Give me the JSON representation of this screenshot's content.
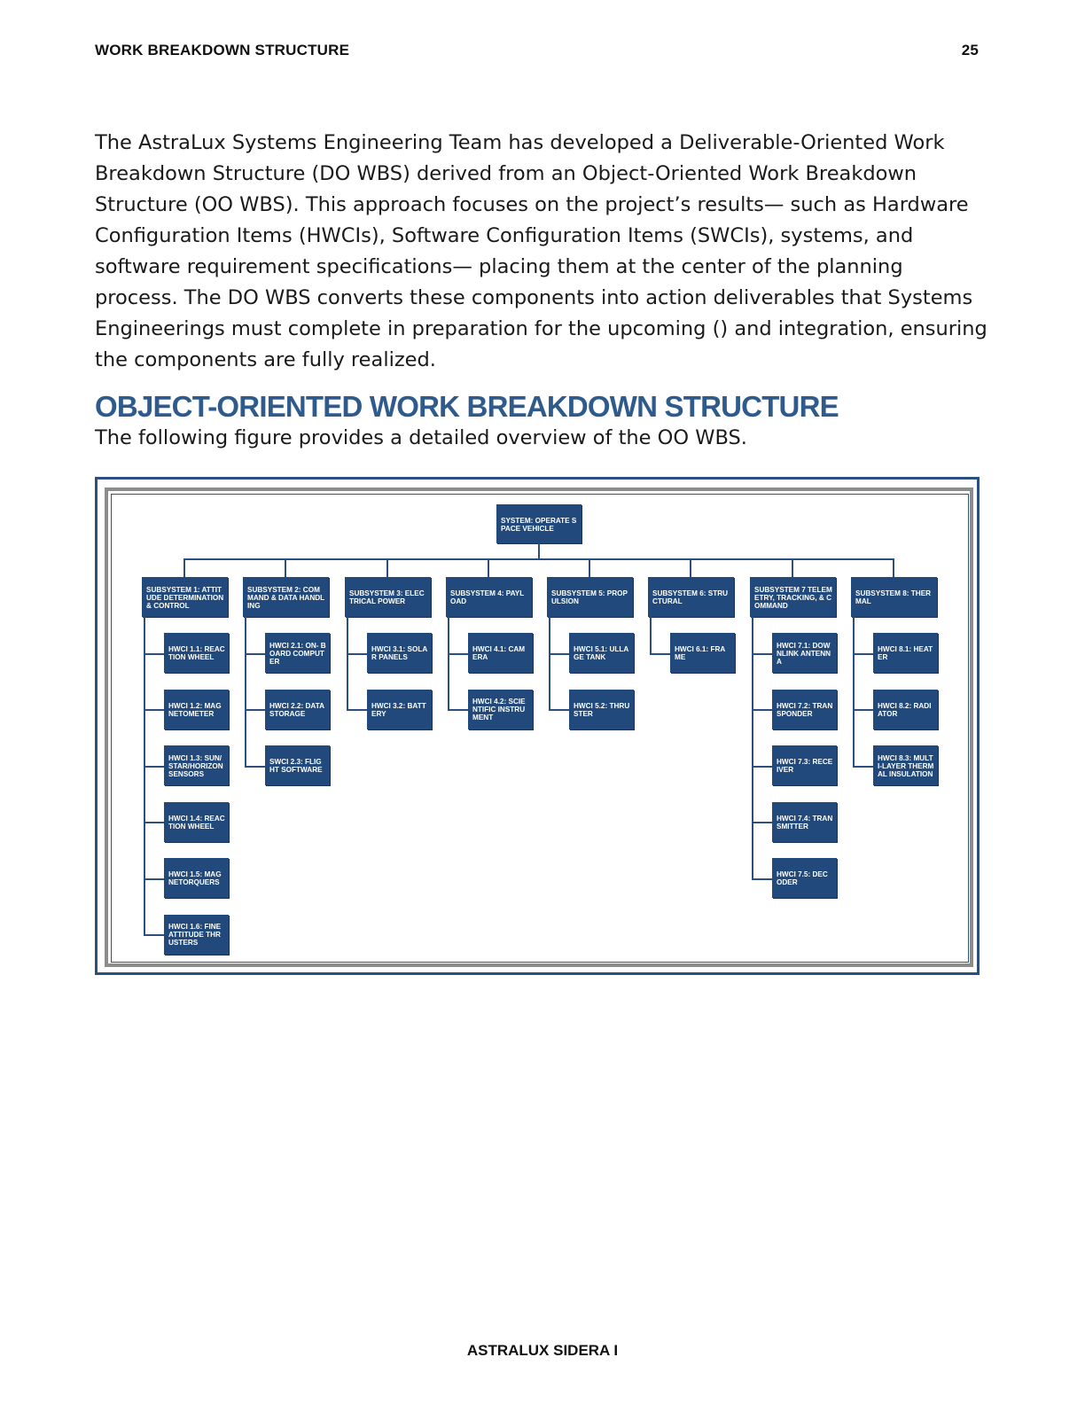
{
  "header": {
    "section": "WORK BREAKDOWN STRUCTURE",
    "page_number": "25"
  },
  "intro_paragraph": "The AstraLux Systems Engineering Team has developed a Deliverable-Oriented Work Breakdown Structure (DO WBS) derived from an Object-Oriented Work Breakdown Structure (OO WBS). This approach focuses on the project’s results— such as Hardware Configuration Items (HWCIs), Software Configuration Items (SWCIs), systems, and software requirement specifications— placing them at the center of the planning process. The DO WBS converts these components into action deliverables that Systems Engineerings must complete in preparation for the upcoming () and integration, ensuring the components are fully realized.",
  "section": {
    "title": "OBJECT-ORIENTED WORK BREAKDOWN STRUCTURE",
    "subtitle": "The following figure provides a detailed overview of the OO WBS."
  },
  "wbs": {
    "root": "SYSTEM: OPERATE SPACE VEHICLE",
    "subsystems": [
      {
        "label": "SUBSYSTEM 1: ATTITUDE DETERMINATION & CONTROL",
        "items": [
          "HWCI 1.1: REACTION WHEEL",
          "HWCI 1.2: MAGNETOMETER",
          "HWCI 1.3: SUN/ STAR/HORIZON SENSORS",
          "HWCI 1.4: REACTION WHEEL",
          "HWCI 1.5: MAGNETORQUERS",
          "HWCI 1.6: FINE ATTITUDE THRUSTERS"
        ]
      },
      {
        "label": "SUBSYSTEM 2: COMMAND & DATA HANDLING",
        "items": [
          "HWCI 2.1: ON- BOARD COMPUTER",
          "HWCI 2.2: DATA STORAGE",
          "SWCI 2.3: FLIGHT SOFTWARE"
        ]
      },
      {
        "label": "SUBSYSTEM 3: ELECTRICAL POWER",
        "items": [
          "HWCI 3.1: SOLAR PANELS",
          "HWCI 3.2: BATTERY"
        ]
      },
      {
        "label": "SUBSYSTEM 4: PAYLOAD",
        "items": [
          "HWCI 4.1: CAMERA",
          "HWCI 4.2: SCIENTIFIC INSTRUMENT"
        ]
      },
      {
        "label": "SUBSYSTEM 5: PROPULSION",
        "items": [
          "HWCI 5.1: ULLAGE TANK",
          "HWCI 5.2: THRUSTER"
        ]
      },
      {
        "label": "SUBSYSTEM 6: STRUCTURAL",
        "items": [
          "HWCI 6.1: FRAME"
        ]
      },
      {
        "label": "SUBSYSTEM 7 TELEMETRY, TRACKING, & COMMAND",
        "items": [
          "HWCI 7.1: DOWNLINK ANTENNA",
          "HWCI 7.2: TRANSPONDER",
          "HWCI 7.3: RECEIVER",
          "HWCI 7.4: TRANSMITTER",
          "HWCI 7.5: DECODER"
        ]
      },
      {
        "label": "SUBSYSTEM 8: THERMAL",
        "items": [
          "HWCI 8.1: HEATER",
          "HWCI 8.2: RADIATOR",
          "HWCI 8.3: MULTI-LAYER THERMAL INSULATION"
        ]
      }
    ]
  },
  "footer": "ASTRALUX SIDERA I",
  "colors": {
    "accent": "#2e5a8c",
    "node_fill": "#21497b",
    "frame_gray": "#8c8c8c"
  }
}
